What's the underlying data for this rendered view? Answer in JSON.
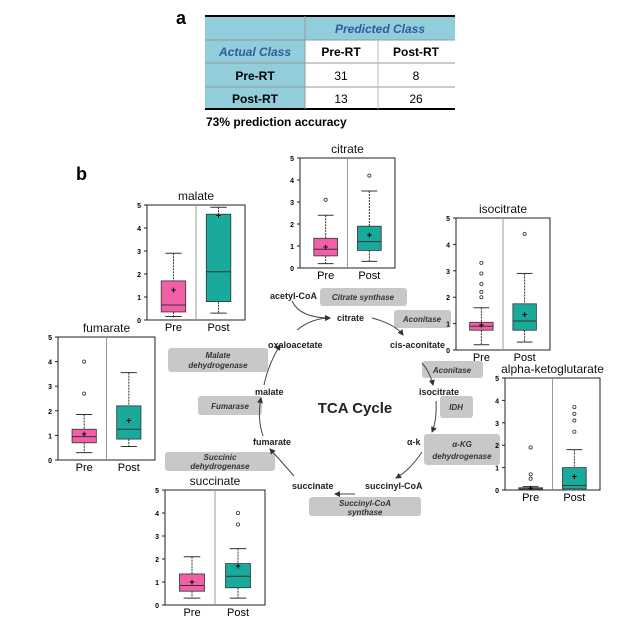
{
  "panel_a": {
    "label": "a",
    "predicted_header": "Predicted Class",
    "actual_header": "Actual Class",
    "columns": [
      "Pre-RT",
      "Post-RT"
    ],
    "rows": [
      {
        "label": "Pre-RT",
        "values": [
          "31",
          "8"
        ]
      },
      {
        "label": "Post-RT",
        "values": [
          "13",
          "26"
        ]
      }
    ],
    "caption": "73% prediction accuracy"
  },
  "panel_b": {
    "label": "b",
    "center": "TCA Cycle",
    "metabolites": {
      "acetyl": "acetyl-CoA",
      "citrate": "citrate",
      "cis": "cis-aconitate",
      "isocitrate": "isocitrate",
      "akg": "α-k",
      "succinylcoa": "succinyl-CoA",
      "succinate": "succinate",
      "fumarate": "fumarate",
      "malate": "malate",
      "oxaloacetate": "oxaloacetate"
    },
    "enzymes": {
      "cs": "Citrate synthase",
      "aco1": "Aconitase",
      "aco2": "Aconitase",
      "idh": "IDH",
      "akgdh1": "α-KG",
      "akgdh2": "dehydrogenase",
      "scs1": "Succinyl-CoA",
      "scs2": "synthase",
      "sdh1": "Succinic",
      "sdh2": "dehydrogenase",
      "fum": "Fumarase",
      "mdh1": "Malate",
      "mdh2": "dehydrogenase"
    }
  },
  "chart_data": [
    {
      "type": "box",
      "title": "malate",
      "categories": [
        "Pre",
        "Post"
      ],
      "ylim": [
        0,
        5
      ],
      "yticks": [
        0,
        1,
        2,
        3,
        4,
        5
      ],
      "series": [
        {
          "name": "Pre",
          "min": 0.15,
          "q1": 0.35,
          "median": 0.65,
          "q3": 1.7,
          "max": 2.9,
          "mean": 1.3,
          "outliers": []
        },
        {
          "name": "Post",
          "min": 0.3,
          "q1": 0.8,
          "median": 2.1,
          "q3": 4.6,
          "max": 4.9,
          "mean": 4.55,
          "outliers": []
        }
      ]
    },
    {
      "type": "box",
      "title": "citrate",
      "categories": [
        "Pre",
        "Post"
      ],
      "ylim": [
        0,
        5
      ],
      "yticks": [
        0,
        1,
        2,
        3,
        4,
        5
      ],
      "series": [
        {
          "name": "Pre",
          "min": 0.2,
          "q1": 0.55,
          "median": 0.85,
          "q3": 1.35,
          "max": 2.4,
          "mean": 0.95,
          "outliers": [
            3.1
          ]
        },
        {
          "name": "Post",
          "min": 0.3,
          "q1": 0.8,
          "median": 1.2,
          "q3": 1.9,
          "max": 3.5,
          "mean": 1.5,
          "outliers": [
            4.2
          ]
        }
      ]
    },
    {
      "type": "box",
      "title": "isocitrate",
      "categories": [
        "Pre",
        "Post"
      ],
      "ylim": [
        0,
        5
      ],
      "yticks": [
        0,
        1,
        2,
        3,
        4,
        5
      ],
      "series": [
        {
          "name": "Pre",
          "min": 0.2,
          "q1": 0.75,
          "median": 0.9,
          "q3": 1.05,
          "max": 1.6,
          "mean": 0.95,
          "outliers": [
            2.0,
            2.2,
            2.5,
            2.9,
            3.3
          ]
        },
        {
          "name": "Post",
          "min": 0.3,
          "q1": 0.75,
          "median": 1.1,
          "q3": 1.75,
          "max": 2.9,
          "mean": 1.35,
          "outliers": [
            4.4
          ]
        }
      ]
    },
    {
      "type": "box",
      "title": "fumarate",
      "categories": [
        "Pre",
        "Post"
      ],
      "ylim": [
        0,
        5
      ],
      "yticks": [
        0,
        1,
        2,
        3,
        4,
        5
      ],
      "series": [
        {
          "name": "Pre",
          "min": 0.3,
          "q1": 0.7,
          "median": 0.95,
          "q3": 1.25,
          "max": 1.85,
          "mean": 1.05,
          "outliers": [
            2.7,
            4.0
          ]
        },
        {
          "name": "Post",
          "min": 0.55,
          "q1": 0.85,
          "median": 1.25,
          "q3": 2.2,
          "max": 3.55,
          "mean": 1.6,
          "outliers": []
        }
      ]
    },
    {
      "type": "box",
      "title": "alpha-ketoglutarate",
      "categories": [
        "Pre",
        "Post"
      ],
      "ylim": [
        0,
        5
      ],
      "yticks": [
        0,
        1,
        2,
        3,
        4,
        5
      ],
      "series": [
        {
          "name": "Pre",
          "min": 0,
          "q1": 0.02,
          "median": 0.05,
          "q3": 0.1,
          "max": 0.15,
          "mean": 0.08,
          "outliers": [
            0.5,
            0.7,
            1.9
          ]
        },
        {
          "name": "Post",
          "min": 0,
          "q1": 0.05,
          "median": 0.2,
          "q3": 1.0,
          "max": 1.8,
          "mean": 0.6,
          "outliers": [
            2.6,
            3.1,
            3.4,
            3.7
          ]
        }
      ]
    },
    {
      "type": "box",
      "title": "succinate",
      "categories": [
        "Pre",
        "Post"
      ],
      "ylim": [
        0,
        5
      ],
      "yticks": [
        0,
        1,
        2,
        3,
        4,
        5
      ],
      "series": [
        {
          "name": "Pre",
          "min": 0.3,
          "q1": 0.6,
          "median": 0.85,
          "q3": 1.35,
          "max": 2.1,
          "mean": 1.0,
          "outliers": []
        },
        {
          "name": "Post",
          "min": 0.3,
          "q1": 0.75,
          "median": 1.25,
          "q3": 1.8,
          "max": 2.45,
          "mean": 1.7,
          "outliers": [
            3.5,
            4.0
          ]
        }
      ]
    }
  ],
  "colors": {
    "pre": "#f15fa6",
    "post": "#1aaa9b",
    "table_blue": "#92cddc",
    "header_text": "#2e5c9a",
    "enzyme_box": "#c8c8c8"
  }
}
